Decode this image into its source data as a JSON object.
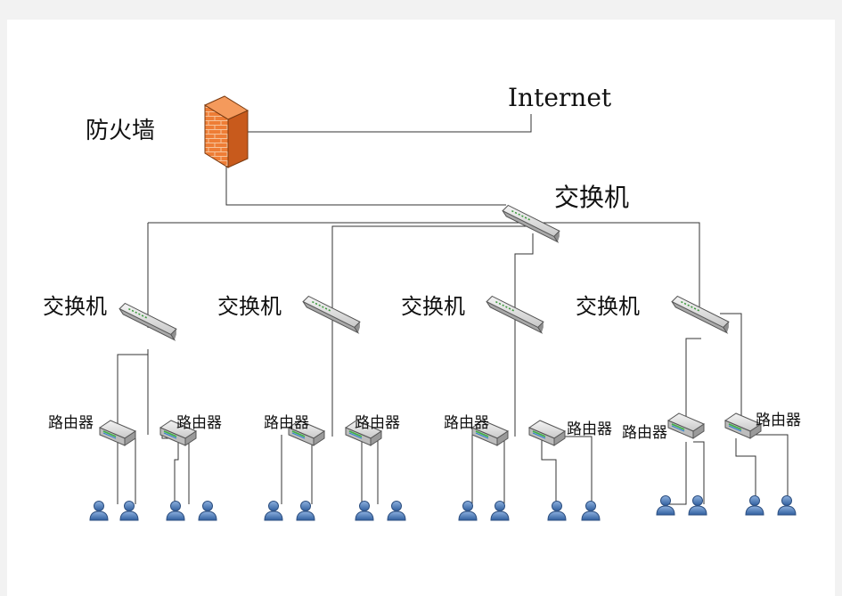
{
  "labels": {
    "internet": "Internet",
    "firewall": "防火墙",
    "core_switch": "交换机",
    "switches": [
      "交换机",
      "交换机",
      "交换机",
      "交换机"
    ],
    "routers": [
      "路由器",
      "路由器",
      "路由器",
      "路由器",
      "路由器",
      "路由器",
      "路由器",
      "路由器"
    ]
  },
  "nodes": {
    "firewall": "firewall-icon",
    "switch": "switch-icon",
    "router": "router-icon",
    "user": "user-icon"
  },
  "colors": {
    "firewall": "#e8702a",
    "device": "#d8d8d8",
    "user": "#4a78b8",
    "line": "#333333"
  }
}
